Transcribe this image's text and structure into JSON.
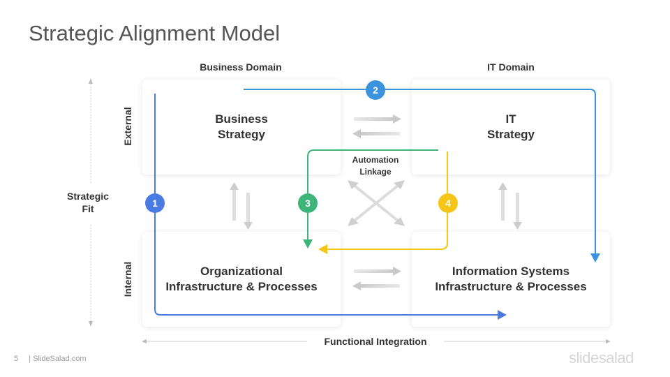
{
  "title": "Strategic Alignment Model",
  "columns": {
    "business": "Business Domain",
    "it": "IT Domain"
  },
  "rows": {
    "external": "External",
    "internal": "Internal"
  },
  "boxes": {
    "business_strategy": "Business\nStrategy",
    "it_strategy": "IT\nStrategy",
    "org_infra": "Organizational\nInfrastructure & Processes",
    "is_infra": "Information Systems\nInfrastructure & Processes"
  },
  "labels": {
    "strategic_fit": "Strategic\nFit",
    "automation_linkage": "Automation\nLinkage",
    "functional_integration": "Functional Integration"
  },
  "badges": [
    {
      "number": "1",
      "color": "#4a7be3"
    },
    {
      "number": "2",
      "color": "#3a93dc"
    },
    {
      "number": "3",
      "color": "#3db57a"
    },
    {
      "number": "4",
      "color": "#f5c518"
    }
  ],
  "footer": {
    "page": "5",
    "site": "| SlideSalad.com"
  },
  "logo": "slidesalad"
}
